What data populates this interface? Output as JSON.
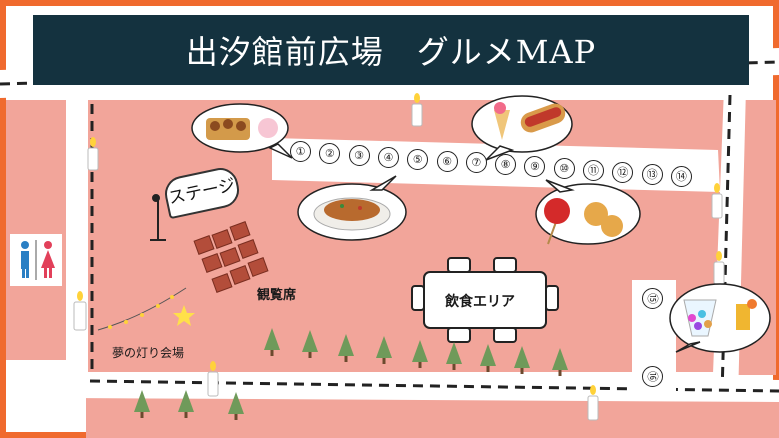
{
  "title": "出汐館前広場　グルメMAP",
  "stalls": [
    "①",
    "②",
    "③",
    "④",
    "⑤",
    "⑥",
    "⑦",
    "⑧",
    "⑨",
    "⑩",
    "⑪",
    "⑫",
    "⑬",
    "⑭"
  ],
  "side_stalls": [
    "⑮",
    "⑯"
  ],
  "labels": {
    "stage": "ステージ",
    "seating": "観覧席",
    "dining": "飲食エリア",
    "lights_venue": "夢の灯り会場"
  },
  "icons": [
    "toilet-icon",
    "candle-icon",
    "tree-icon",
    "microphone-icon",
    "takoyaki-icon",
    "crepe-icon",
    "hotdog-icon",
    "yakisoba-icon",
    "candy-apple-icon",
    "shaved-ice-icon",
    "drink-icon",
    "string-lights-icon",
    "chair-icon",
    "dining-table-icon"
  ],
  "colors": {
    "ground": "#f2a59a",
    "border": "#f06a2e",
    "title_bg": "#14323f",
    "tree": "#6f9a5a"
  }
}
